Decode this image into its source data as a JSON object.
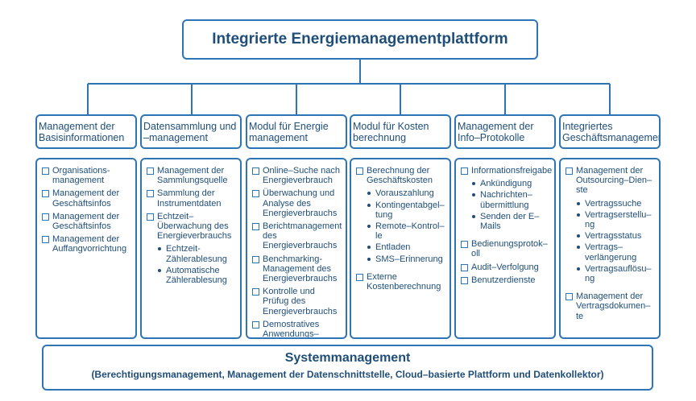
{
  "title": "Integrierte Energiemanagementplattform",
  "modules": [
    {
      "header": "Management der Basisinformationen",
      "items": [
        {
          "text": "Organisations-management",
          "sub": []
        },
        {
          "text": "Management der Geschäftsinfos",
          "sub": []
        },
        {
          "text": "Management der Geschäftsinfos",
          "sub": []
        },
        {
          "text": "Management der Auffangvorrichtung",
          "sub": []
        }
      ]
    },
    {
      "header": "Datensammlung und –management",
      "items": [
        {
          "text": "Management der Sammlungsquelle",
          "sub": []
        },
        {
          "text": "Sammlung der Instrumentdaten",
          "sub": []
        },
        {
          "text": "Echtzeit–Überwachung des Energieverbrauchs",
          "sub": [
            "Echtzeit-Zählerablesung",
            "Automatische Zählerablesung"
          ]
        }
      ]
    },
    {
      "header": "Modul für Energie management",
      "items": [
        {
          "text": "Online–Suche nach Energieverbrauch",
          "sub": []
        },
        {
          "text": "Überwachung und Analyse des Energieverbrauchs",
          "sub": []
        },
        {
          "text": "Berichtmanagement des Energieverbrauchs",
          "sub": []
        },
        {
          "text": "Benchmarking-Management des Energieverbrauchs",
          "sub": []
        },
        {
          "text": "Kontrolle und Prüfug des Energieverbrauchs",
          "sub": []
        },
        {
          "text": "Demostratives Anwendungs–management",
          "sub": []
        }
      ]
    },
    {
      "header": "Modul für Kosten berechnung",
      "items": [
        {
          "text": "Berechnung der Geschäftskosten",
          "sub": [
            "Vorauszahlung",
            "Kontingentabgel–tung",
            "Remote–Kontrol–le",
            "Entladen",
            "SMS–Erinnerung"
          ]
        },
        {
          "text": "Externe Kostenberechnung",
          "sub": []
        }
      ]
    },
    {
      "header": "Management der Info–Protokolle",
      "items": [
        {
          "text": "Informationsfreigabe",
          "sub": [
            "Ankündigung",
            "Nachrichten–übermittlung",
            "Senden der E–Mails"
          ]
        },
        {
          "text": "Bedienungsprotok–oll",
          "sub": []
        },
        {
          "text": "Audit–Verfolgung",
          "sub": []
        },
        {
          "text": "Benutzerdienste",
          "sub": []
        }
      ]
    },
    {
      "header": "Integriertes Geschäftsmanagement",
      "items": [
        {
          "text": "Management der Outsourcing–Dien–ste",
          "sub": [
            "Vertragssuche",
            "Vertragserstellu–ng",
            "Vertragsstatus",
            "Vertrags–verlängerung",
            "Vertragsauflösu–ng"
          ]
        },
        {
          "text": "Management der Vertragsdokumen–te",
          "sub": []
        }
      ]
    }
  ],
  "system": {
    "title": "Systemmanagement",
    "subtitle": "(Berechtigungsmanagement, Management der Datenschnittstelle, Cloud–basierte Plattform und Datenkollektor)"
  },
  "colors": {
    "border": "#2e75b6",
    "text": "#1f4e79"
  }
}
